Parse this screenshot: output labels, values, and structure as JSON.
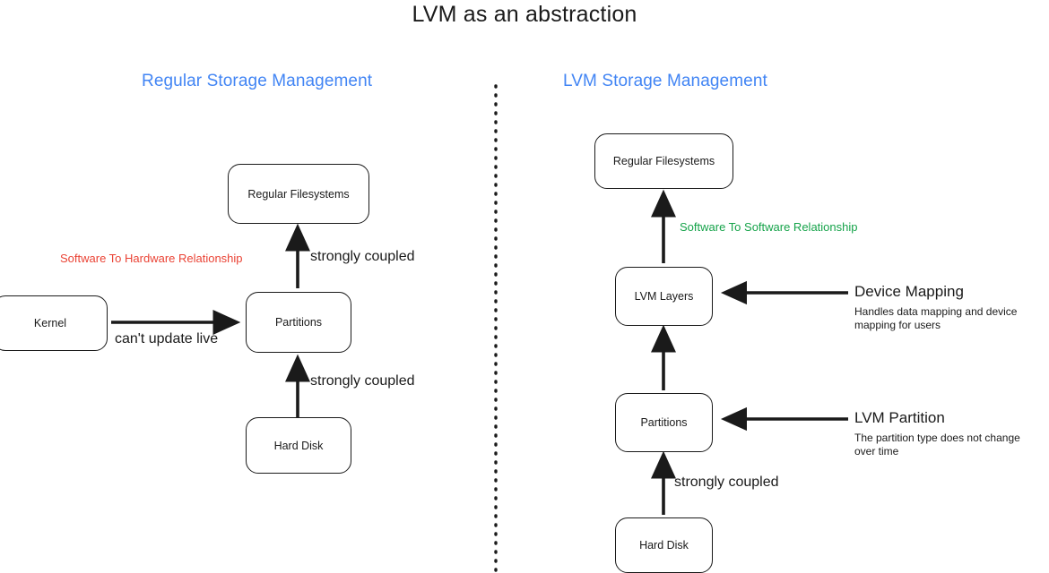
{
  "page": {
    "title": "LVM as an abstraction"
  },
  "divider": {
    "name": "vertical-dotted-divider"
  },
  "left": {
    "heading": "Regular Storage Management",
    "nodes": {
      "filesystems": "Regular Filesystems",
      "partitions": "Partitions",
      "harddisk": "Hard Disk",
      "kernel": "Kernel"
    },
    "labels": {
      "sw_hw": "Software To Hardware Relationship",
      "coupled_top": "strongly coupled",
      "coupled_bottom": "strongly coupled",
      "kernel_arrow": "can't update live"
    }
  },
  "right": {
    "heading": "LVM Storage Management",
    "nodes": {
      "filesystems": "Regular Filesystems",
      "lvmlayers": "LVM Layers",
      "partitions": "Partitions",
      "harddisk": "Hard Disk"
    },
    "labels": {
      "sw_sw": "Software To Software Relationship",
      "coupled_bottom": "strongly coupled"
    },
    "annotations": [
      {
        "title": "Device Mapping",
        "sub": "Handles data mapping and device mapping for users"
      },
      {
        "title": "LVM Partition",
        "sub": "The partition type does not change over time"
      }
    ]
  },
  "colors": {
    "accent_blue": "#4285f4",
    "red": "#ea4335",
    "green": "#16a34a",
    "ink": "#1a1a1a"
  }
}
